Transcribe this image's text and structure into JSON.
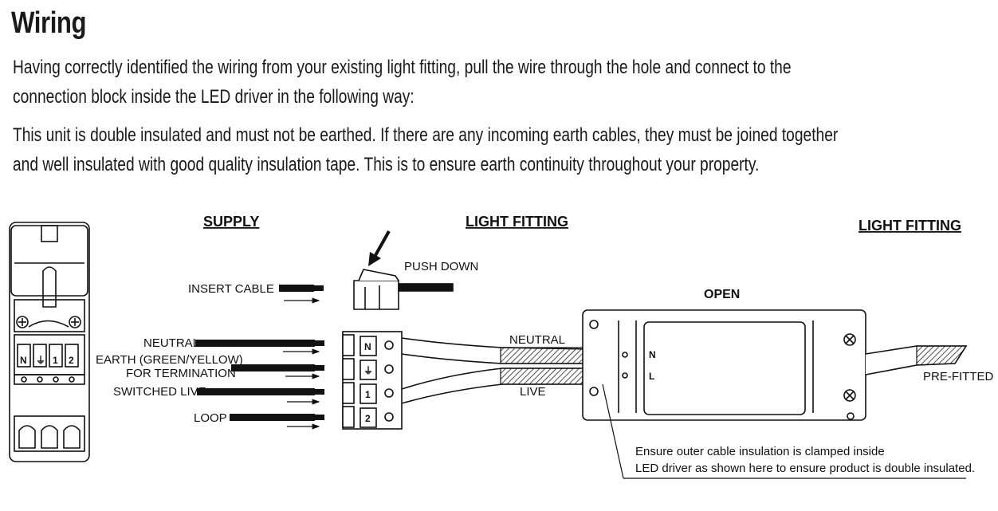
{
  "title": "Wiring",
  "paragraphs": {
    "p1_line1": "Having correctly identified the wiring from your existing light fitting, pull the wire through the hole and connect to the",
    "p1_line2": "connection block inside the LED driver in the following way:",
    "p2_line1": "This unit is double insulated and must not be earthed. If there are any incoming earth cables, they must be joined together",
    "p2_line2": "and well insulated with good quality insulation tape. This is to ensure earth continuity throughout your property."
  },
  "diagram": {
    "supply_header": "SUPPLY",
    "light_fitting_header_1": "LIGHT FITTING",
    "light_fitting_header_2": "LIGHT FITTING",
    "insert_cable": "INSERT CABLE",
    "push_down": "PUSH DOWN",
    "neutral": "NEUTRAL",
    "earth_line1": "EARTH (GREEN/YELLOW)",
    "earth_line2": "FOR TERMINATION",
    "switched_live": "SWITCHED LIVE",
    "loop": "LOOP",
    "neutral_wire": "NEUTRAL",
    "live_wire": "LIVE",
    "open": "OPEN",
    "driver_n": "N",
    "driver_l": "L",
    "pre_fitted": "PRE-FITTED",
    "note_line1": "Ensure outer cable insulation is clamped inside",
    "note_line2": "LED driver as shown here to ensure product is double insulated.",
    "terminal_labels": [
      "N",
      "⏚",
      "1",
      "2"
    ],
    "housing_terminal_labels": [
      "N",
      "⏚",
      "1",
      "2"
    ]
  }
}
